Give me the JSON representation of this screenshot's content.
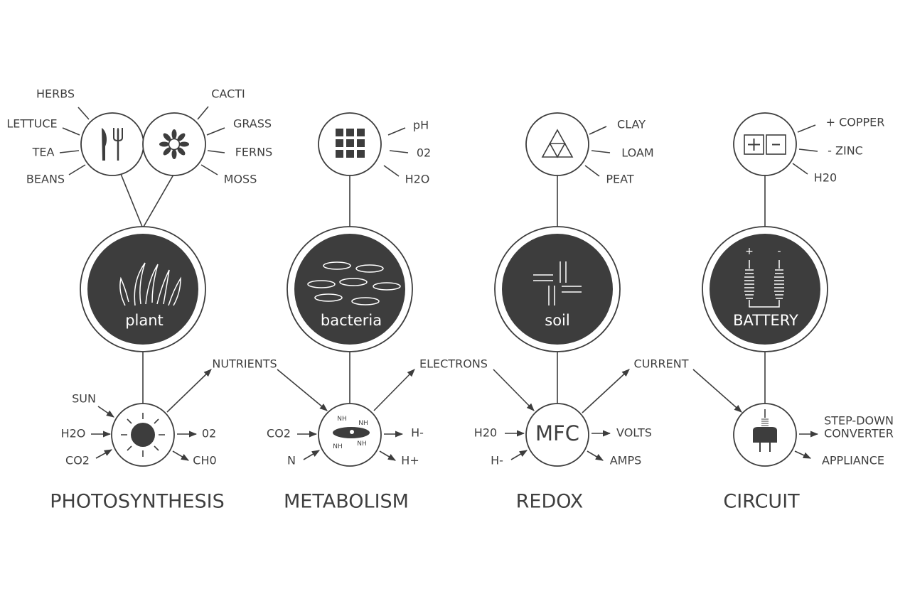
{
  "plant": {
    "label": "plant",
    "food_items": [
      "HERBS",
      "LETTUCE",
      "TEA",
      "BEANS"
    ],
    "ornamental_items": [
      "CACTI",
      "GRASS",
      "FERNS",
      "MOSS"
    ]
  },
  "bacteria": {
    "label": "bacteria",
    "items": [
      "pH",
      "02",
      "H2O"
    ]
  },
  "soil": {
    "label": "soil",
    "items": [
      "CLAY",
      "LOAM",
      "PEAT"
    ]
  },
  "battery": {
    "label": "BATTERY",
    "items": [
      "+ COPPER",
      "- ZINC",
      "H20"
    ],
    "terminals": [
      "+",
      "-"
    ]
  },
  "processes": {
    "photosynthesis": {
      "title": "PHOTOSYNTHESIS",
      "inputs": [
        "SUN",
        "H2O",
        "CO2"
      ],
      "outputs": [
        "02",
        "CH0"
      ]
    },
    "metabolism": {
      "title": "METABOLISM",
      "inputs": [
        "CO2",
        "N"
      ],
      "outputs": [
        "H-",
        "H+"
      ],
      "cell_labels": [
        "NH",
        "NH",
        "NH",
        "NH"
      ]
    },
    "redox": {
      "title": "REDOX",
      "center_label": "MFC",
      "inputs": [
        "H20",
        "H-"
      ],
      "outputs": [
        "VOLTS",
        "AMPS"
      ]
    },
    "circuit": {
      "title": "CIRCUIT",
      "outputs": [
        "STEP-DOWN",
        "CONVERTER",
        "APPLIANCE"
      ]
    }
  },
  "flows": [
    "NUTRIENTS",
    "ELECTRONS",
    "CURRENT"
  ],
  "colors": {
    "ink": "#3d3d3d",
    "background": "#ffffff"
  }
}
